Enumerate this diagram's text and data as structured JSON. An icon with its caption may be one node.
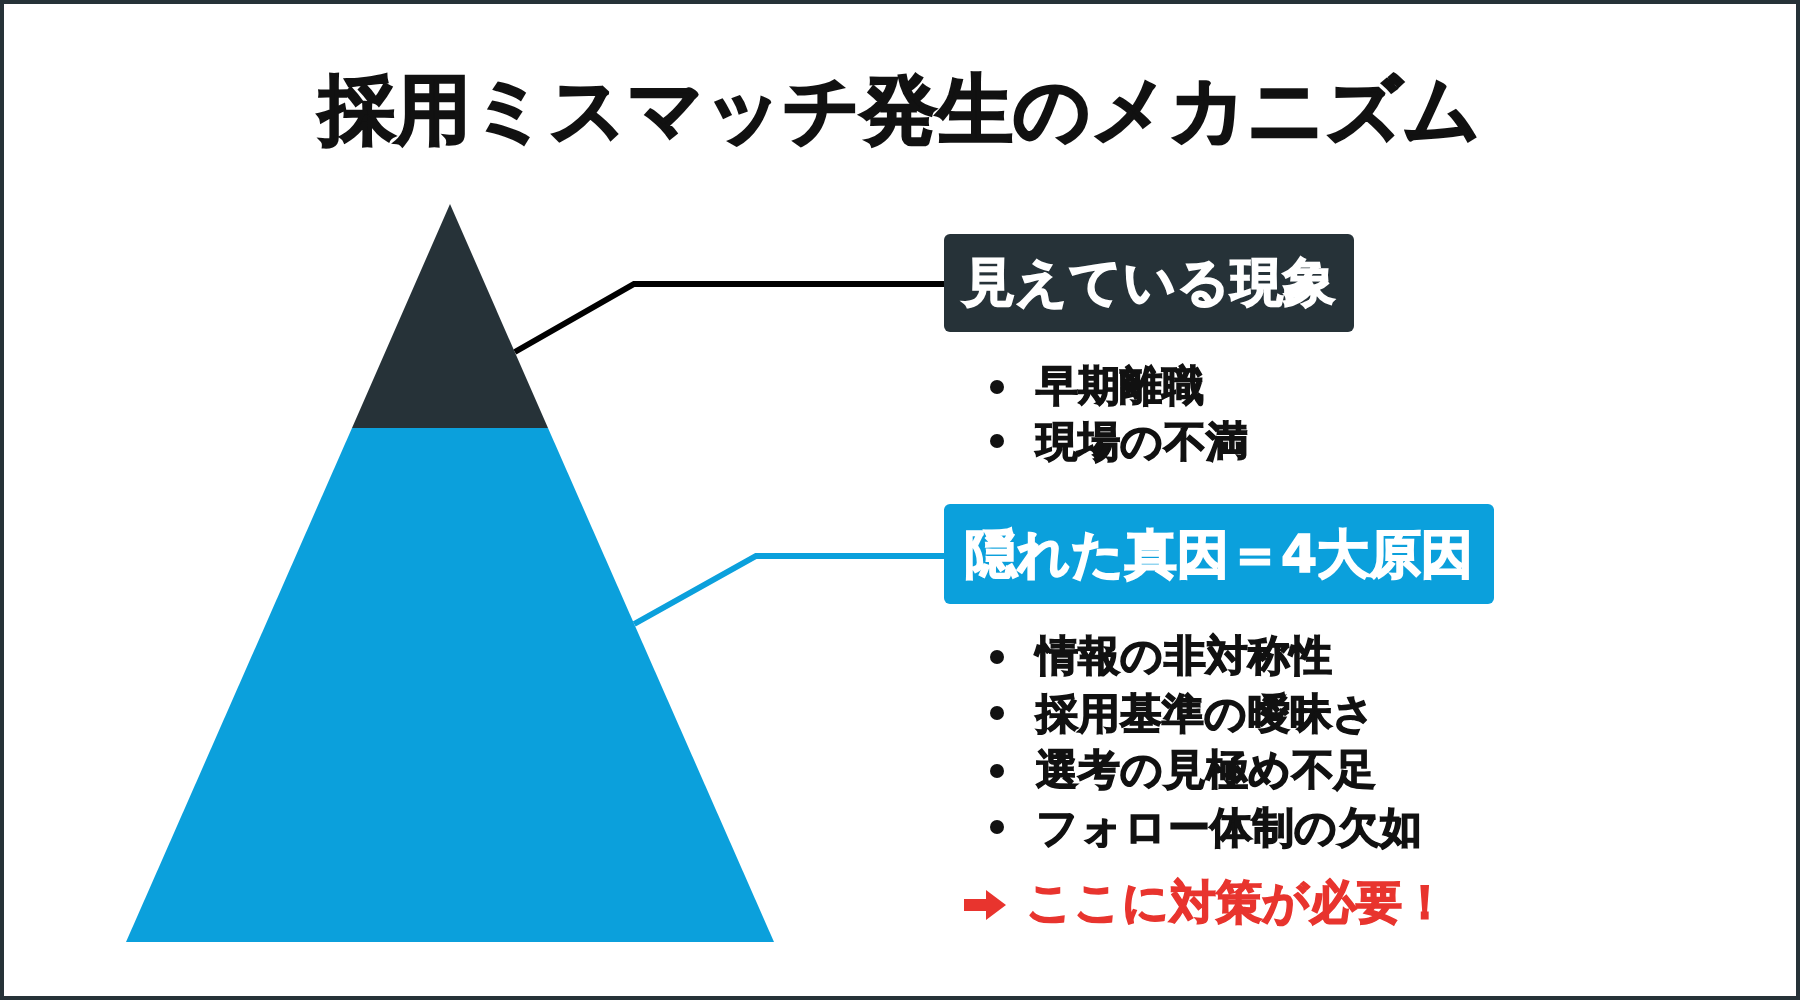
{
  "diagram": {
    "title": "採用ミスマッチ発生のメカニズム",
    "nodes": [
      {
        "text": [],
        "shape": "triangle"
      },
      {
        "text": [],
        "shape": "trapezoid"
      },
      {
        "text": [
          "見えている現象"
        ],
        "beside": [
          "早期離職",
          "現場の不満"
        ]
      },
      {
        "text": [
          "隠れた真因＝4大原因"
        ],
        "beside": [
          "情報の非対称性",
          "採用基準の曖昧さ",
          "選考の見極め不足",
          "フォロー体制の欠如"
        ]
      }
    ],
    "edges": [
      {
        "from": 2,
        "to": 0,
        "arrow": "none",
        "color": "#000000"
      },
      {
        "from": 3,
        "to": 1,
        "arrow": "none",
        "color": "#0ba0dc"
      }
    ],
    "labels": [
      "ここに対策が必要！"
    ]
  }
}
